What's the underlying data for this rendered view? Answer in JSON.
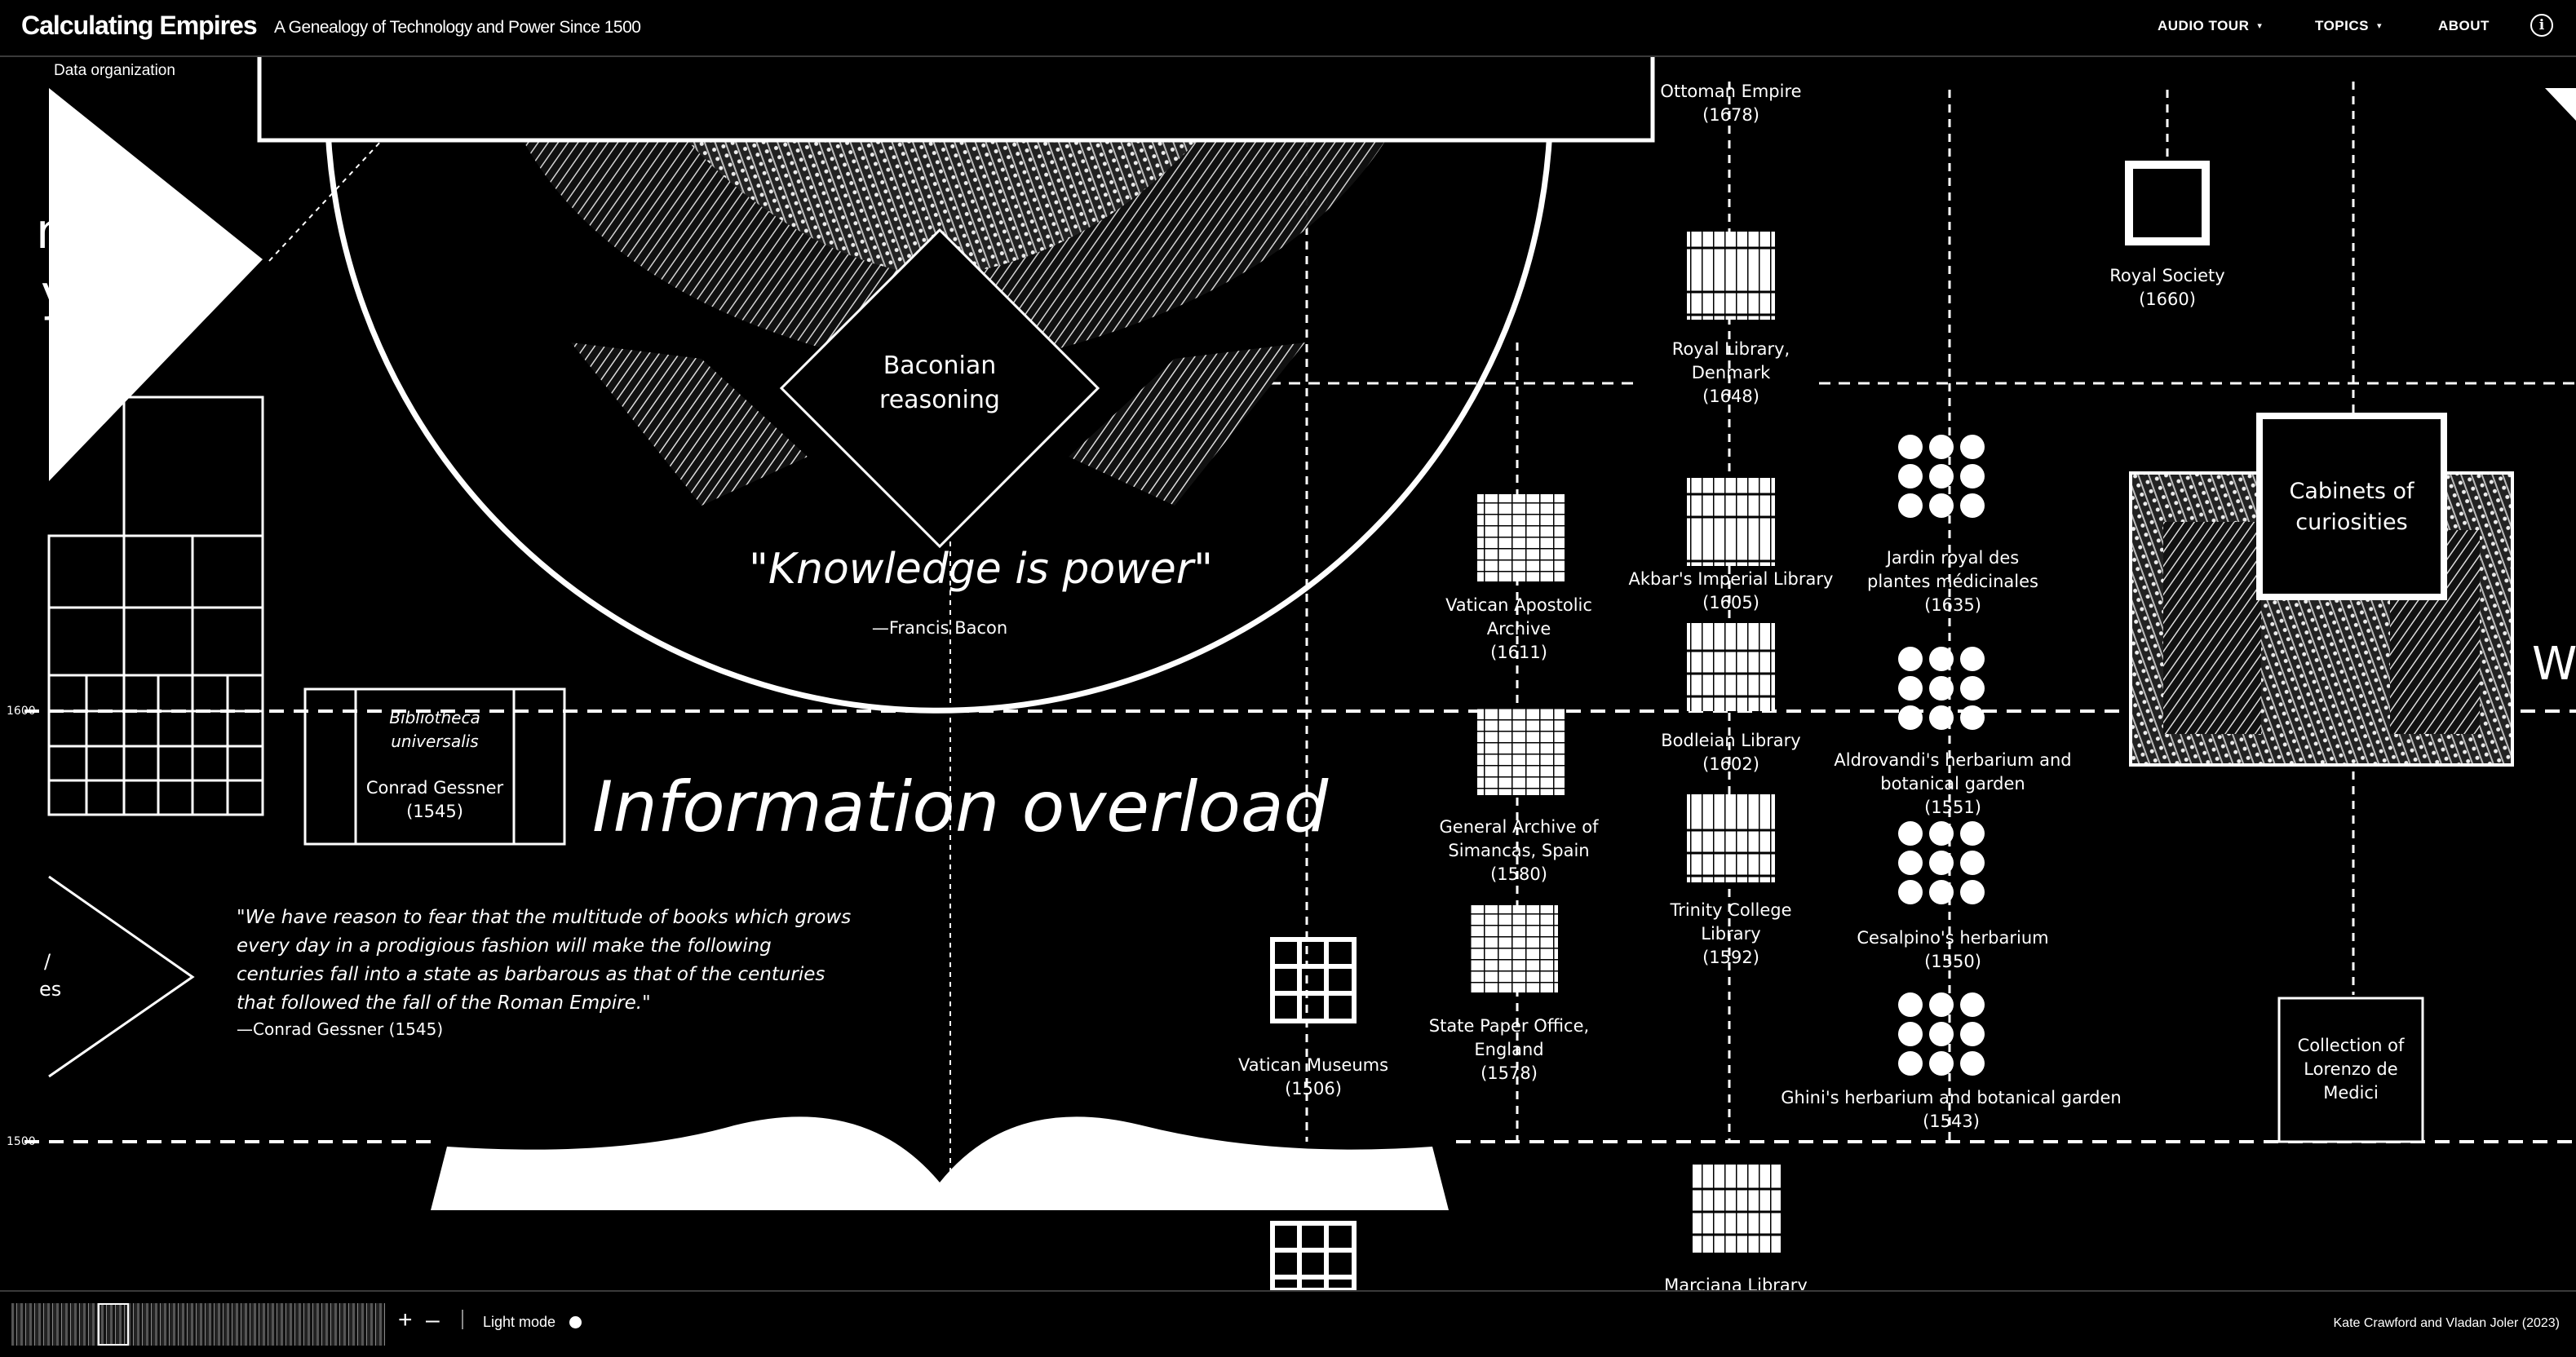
{
  "header": {
    "brand": "Calculating Empires",
    "subtitle": "A Genealogy of Technology and Power Since 1500",
    "nav": {
      "audio_tour": "AUDIO TOUR",
      "topics": "TOPICS",
      "about": "ABOUT"
    },
    "info_glyph": "i",
    "caret_glyph": "▾"
  },
  "section_label": "Data organization",
  "timeline": {
    "year_1600": "1600",
    "year_1500": "1500"
  },
  "left_edge": {
    "fragment_top_a": "nal",
    "fragment_top_b": "y\"",
    "fragment_mid_a": "/",
    "fragment_mid_b": "es"
  },
  "right_edge": {
    "fragment": "W"
  },
  "bacon": {
    "diamond_line1": "Baconian",
    "diamond_line2": "reasoning",
    "quote": "\"Knowledge is power\"",
    "attribution": "—Francis Bacon"
  },
  "information_overload": "Information overload",
  "gessner": {
    "quote": "\"We have reason to fear that the multitude of books which grows every day in a prodigious fashion will make the following centuries fall into a state as barbarous as that of the centuries that followed the fall of the Roman Empire.\"",
    "attribution": "—Conrad Gessner (1545)"
  },
  "bibliotheca": {
    "title_line1": "Bibliotheca",
    "title_line2": "universalis",
    "author": "Conrad Gessner",
    "year": "(1545)"
  },
  "nodes": {
    "ottoman": {
      "name": "Ottoman Empire",
      "year": "(1678)"
    },
    "royal_library_denmark": {
      "line1": "Royal Library,",
      "line2": "Denmark",
      "year": "(1648)"
    },
    "akbar": {
      "name": "Akbar's Imperial Library",
      "year": "(1605)"
    },
    "bodleian": {
      "name": "Bodleian Library",
      "year": "(1602)"
    },
    "trinity": {
      "line1": "Trinity College",
      "line2": "Library",
      "year": "(1592)"
    },
    "marciana": {
      "name": "Marciana Library"
    },
    "vatican_archive": {
      "line1": "Vatican Apostolic",
      "line2": "Archive",
      "year": "(1611)"
    },
    "simancas": {
      "line1": "General Archive of",
      "line2": "Simancas, Spain",
      "year": "(1580)"
    },
    "state_paper": {
      "line1": "State Paper Office,",
      "line2": "England",
      "year": "(1578)"
    },
    "vatican_museums": {
      "name": "Vatican Museums",
      "year": "(1506)"
    },
    "jardin_royal": {
      "line1": "Jardin royal des",
      "line2": "plantes médicinales",
      "year": "(1635)"
    },
    "aldrovandi": {
      "line1": "Aldrovandi's herbarium and",
      "line2": "botanical garden",
      "year": "(1551)"
    },
    "cesalpino": {
      "name": "Cesalpino's herbarium",
      "year": "(1550)"
    },
    "ghini": {
      "name": "Ghini's herbarium and botanical garden",
      "year": "(1543)"
    },
    "royal_society": {
      "name": "Royal Society",
      "year": "(1660)"
    },
    "cabinets": {
      "line1": "Cabinets of",
      "line2": "curiosities"
    },
    "lorenzo": {
      "line1": "Collection of",
      "line2": "Lorenzo de",
      "line3": "Medici"
    }
  },
  "footer": {
    "zoom_in": "+",
    "zoom_out": "–",
    "light_mode": "Light mode",
    "credit": "Kate Crawford and Vladan Joler (2023)"
  },
  "colors": {
    "background": "#000000",
    "foreground": "#ffffff",
    "divider": "#3a3a3a"
  }
}
